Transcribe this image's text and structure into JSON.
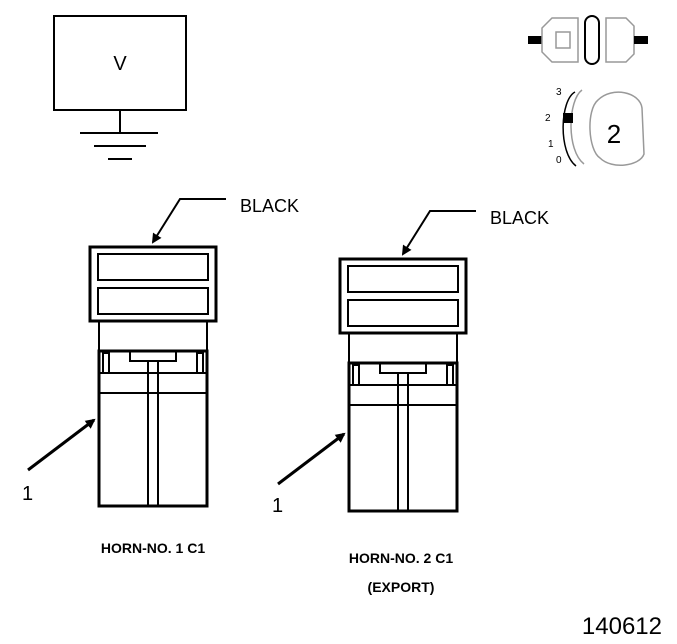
{
  "meter": {
    "symbol": "V"
  },
  "ignition": {
    "positions": [
      "3",
      "2",
      "1",
      "0"
    ],
    "key_position": "2"
  },
  "connector_1": {
    "color_label": "BLACK",
    "pin_callout": "1",
    "caption": "HORN-NO. 1 C1"
  },
  "connector_2": {
    "color_label": "BLACK",
    "pin_callout": "1",
    "caption_line1": "HORN-NO. 2 C1",
    "caption_line2": "(EXPORT)"
  },
  "figure_id": "140612"
}
